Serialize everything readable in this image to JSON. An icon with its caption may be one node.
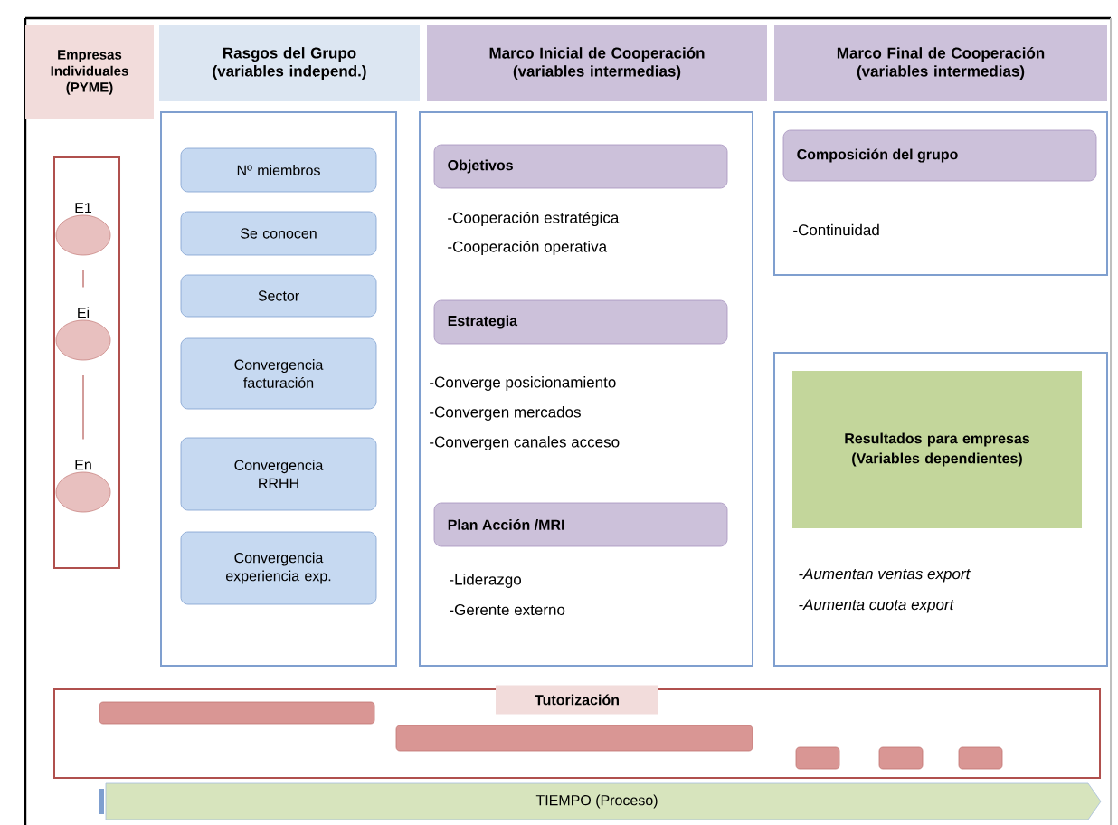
{
  "diagram": {
    "nodes": [
      {
        "text": [
          "Empresas Individuales (PYME)"
        ]
      },
      {
        "text": [
          "Rasgos del Grupo (variables independ.)"
        ]
      },
      {
        "text": [
          "Marco Inicial de Cooperación (variables intermedias)"
        ]
      },
      {
        "text": [
          "Marco Final de Cooperación (variables intermedias)"
        ]
      },
      {
        "text": [],
        "shape": "box"
      },
      {
        "text": [
          "E1"
        ],
        "in": 4
      },
      {
        "text": [
          "Ei"
        ],
        "in": 4
      },
      {
        "text": [
          "En"
        ],
        "in": 4
      },
      {
        "text": [],
        "shape": "box"
      },
      {
        "text": [
          "Nº miembros"
        ],
        "in": 8
      },
      {
        "text": [
          "Se conocen"
        ],
        "in": 8
      },
      {
        "text": [
          "Sector"
        ],
        "in": 8
      },
      {
        "text": [
          "Convergencia facturación"
        ],
        "in": 8
      },
      {
        "text": [
          "Convergencia RRHH"
        ],
        "in": 8
      },
      {
        "text": [
          "Convergencia experiencia exp."
        ],
        "in": 8
      },
      {
        "text": [],
        "shape": "box"
      },
      {
        "text": [
          "Objetivos"
        ],
        "in": 15,
        "beside": [
          "-Cooperación estratégica",
          "-Cooperación operativa"
        ]
      },
      {
        "text": [
          "Estrategia"
        ],
        "in": 15,
        "beside": [
          "-Converge posicionamiento",
          "-Convergen mercados",
          "-Convergen canales acceso"
        ]
      },
      {
        "text": [
          "Plan Acción /MRI"
        ],
        "in": 15,
        "beside": [
          "-Liderazgo",
          "-Gerente externo"
        ]
      },
      {
        "text": [],
        "shape": "box"
      },
      {
        "text": [
          "Composición del grupo"
        ],
        "in": 19,
        "beside": [
          "-Continuidad"
        ]
      },
      {
        "text": [],
        "shape": "box"
      },
      {
        "text": [
          "Resultados para empresas (Variables dependientes)"
        ],
        "in": 21,
        "beside": [
          "-Aumentan ventas export",
          "-Aumenta cuota export"
        ]
      },
      {
        "text": [
          "Tutorización"
        ]
      },
      {
        "text": [],
        "shape": "bar",
        "in": 23
      },
      {
        "text": [],
        "shape": "bar",
        "in": 23
      },
      {
        "text": [],
        "shape": "bar",
        "in": 23
      },
      {
        "text": [],
        "shape": "bar",
        "in": 23
      },
      {
        "text": [],
        "shape": "bar",
        "in": 23
      },
      {
        "text": [
          "TIEMPO (Proceso)"
        ]
      }
    ],
    "edges": [
      {
        "from": 5,
        "to": 6,
        "arrow": "none"
      },
      {
        "from": 6,
        "to": 7,
        "arrow": "none"
      }
    ]
  }
}
